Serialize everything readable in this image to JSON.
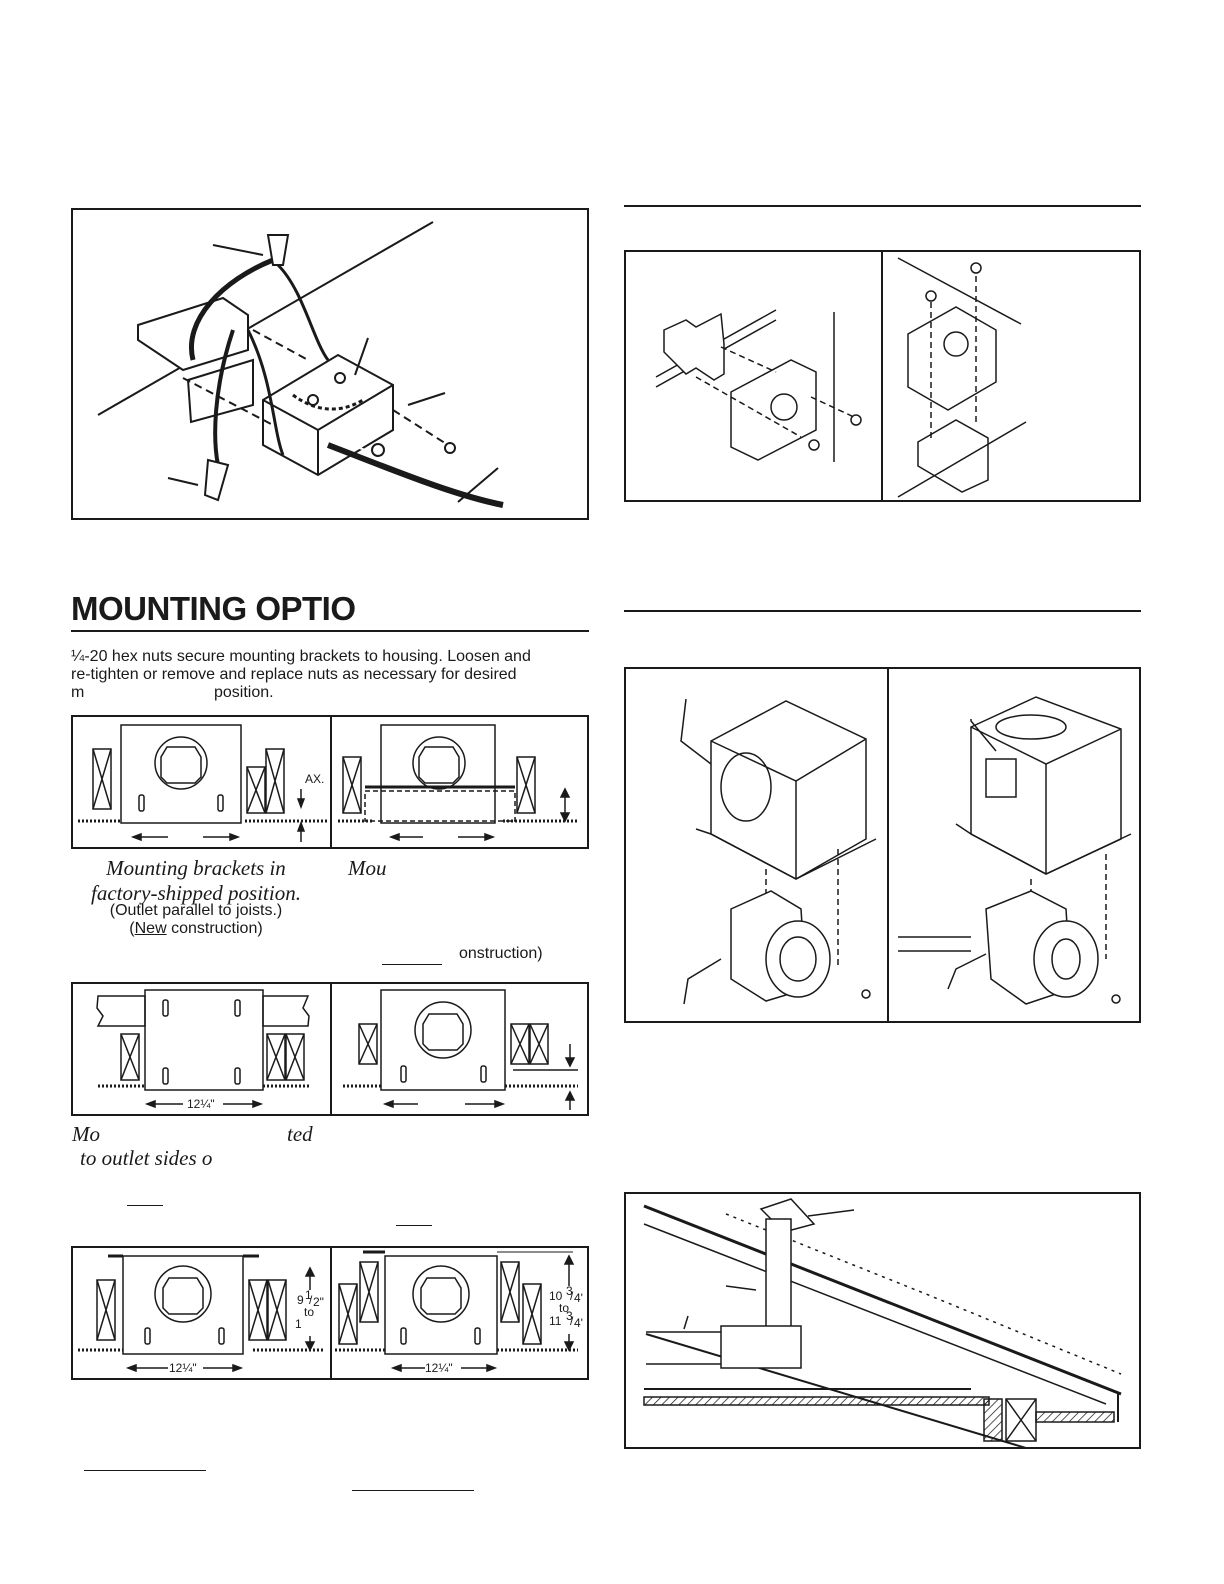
{
  "heading": "MOUNTING OPTIO",
  "paragraph": {
    "line1": "¼-20 hex nuts secure mounting brackets to housing. Loosen and",
    "line2": "re-tighten or remove and replace nuts as necessary for desired",
    "line3a": "m",
    "line3b": "position."
  },
  "captions": {
    "a1": "Mounting brackets in",
    "a2": "factory-shipped position.",
    "a3": "(Outlet parallel to joists.)",
    "a4_pre": "(",
    "a4_u": "New",
    "a4_post": " construction)",
    "b1": "Mou",
    "b_tail": "onstruction)",
    "c1": "Mo",
    "c1b": "ted",
    "c2": "to outlet sides o"
  },
  "dimensions": {
    "max": "AX.",
    "w1": "12¼\"",
    "w2": "12¼\"",
    "w3": "12¼\"",
    "h1a": "9",
    "h1b": "1",
    "h1c": "/",
    "h1d": "2\"",
    "h1to": "to",
    "h1e": "1",
    "h2a": "10",
    "h2b": "3",
    "h2c": "/",
    "h2d": "4'",
    "h2to": "to",
    "h2e": "11",
    "h2f": "3",
    "h2g": "/",
    "h2h": "4'"
  }
}
